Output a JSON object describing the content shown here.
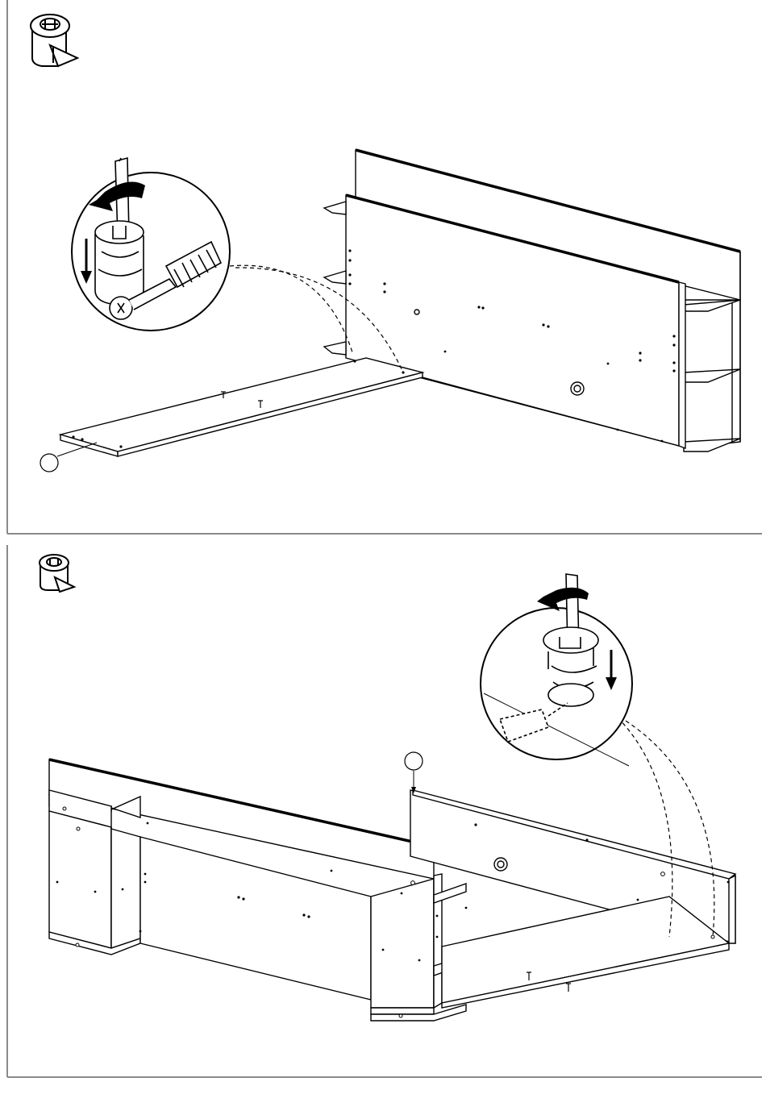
{
  "document": {
    "type": "assembly-instructions",
    "line_color": "#000000",
    "frame_color": "#8a8a8a",
    "background": "#ffffff"
  },
  "steps": [
    {
      "id": "step-1",
      "hardware_icon": "cam-lock-icon",
      "detail": {
        "icon": "screwdriver-turn-icon",
        "rotation": "clockwise",
        "motion": "down"
      },
      "callout_number": ""
    },
    {
      "id": "step-2",
      "hardware_icon": "cam-lock-icon",
      "detail": {
        "icon": "screwdriver-turn-icon",
        "rotation": "clockwise",
        "motion": "down"
      },
      "callout_number": ""
    }
  ]
}
